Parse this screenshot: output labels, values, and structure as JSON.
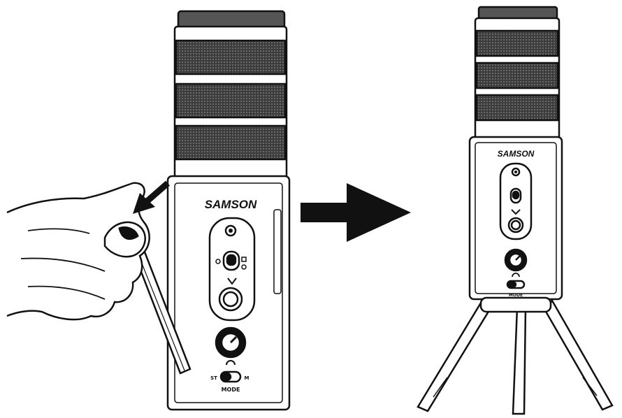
{
  "diagram": {
    "brand_left": "SAMSON",
    "brand_right": "SAMSON",
    "mode_label_left": "MODE",
    "mode_label_right": "MODE",
    "switch_left_option": "ST",
    "switch_right_option": "M",
    "steps": [
      {
        "step": "unfold-legs",
        "icon": "curved-arrow-icon"
      },
      {
        "step": "stand-upright",
        "icon": "right-arrow-icon"
      }
    ]
  }
}
